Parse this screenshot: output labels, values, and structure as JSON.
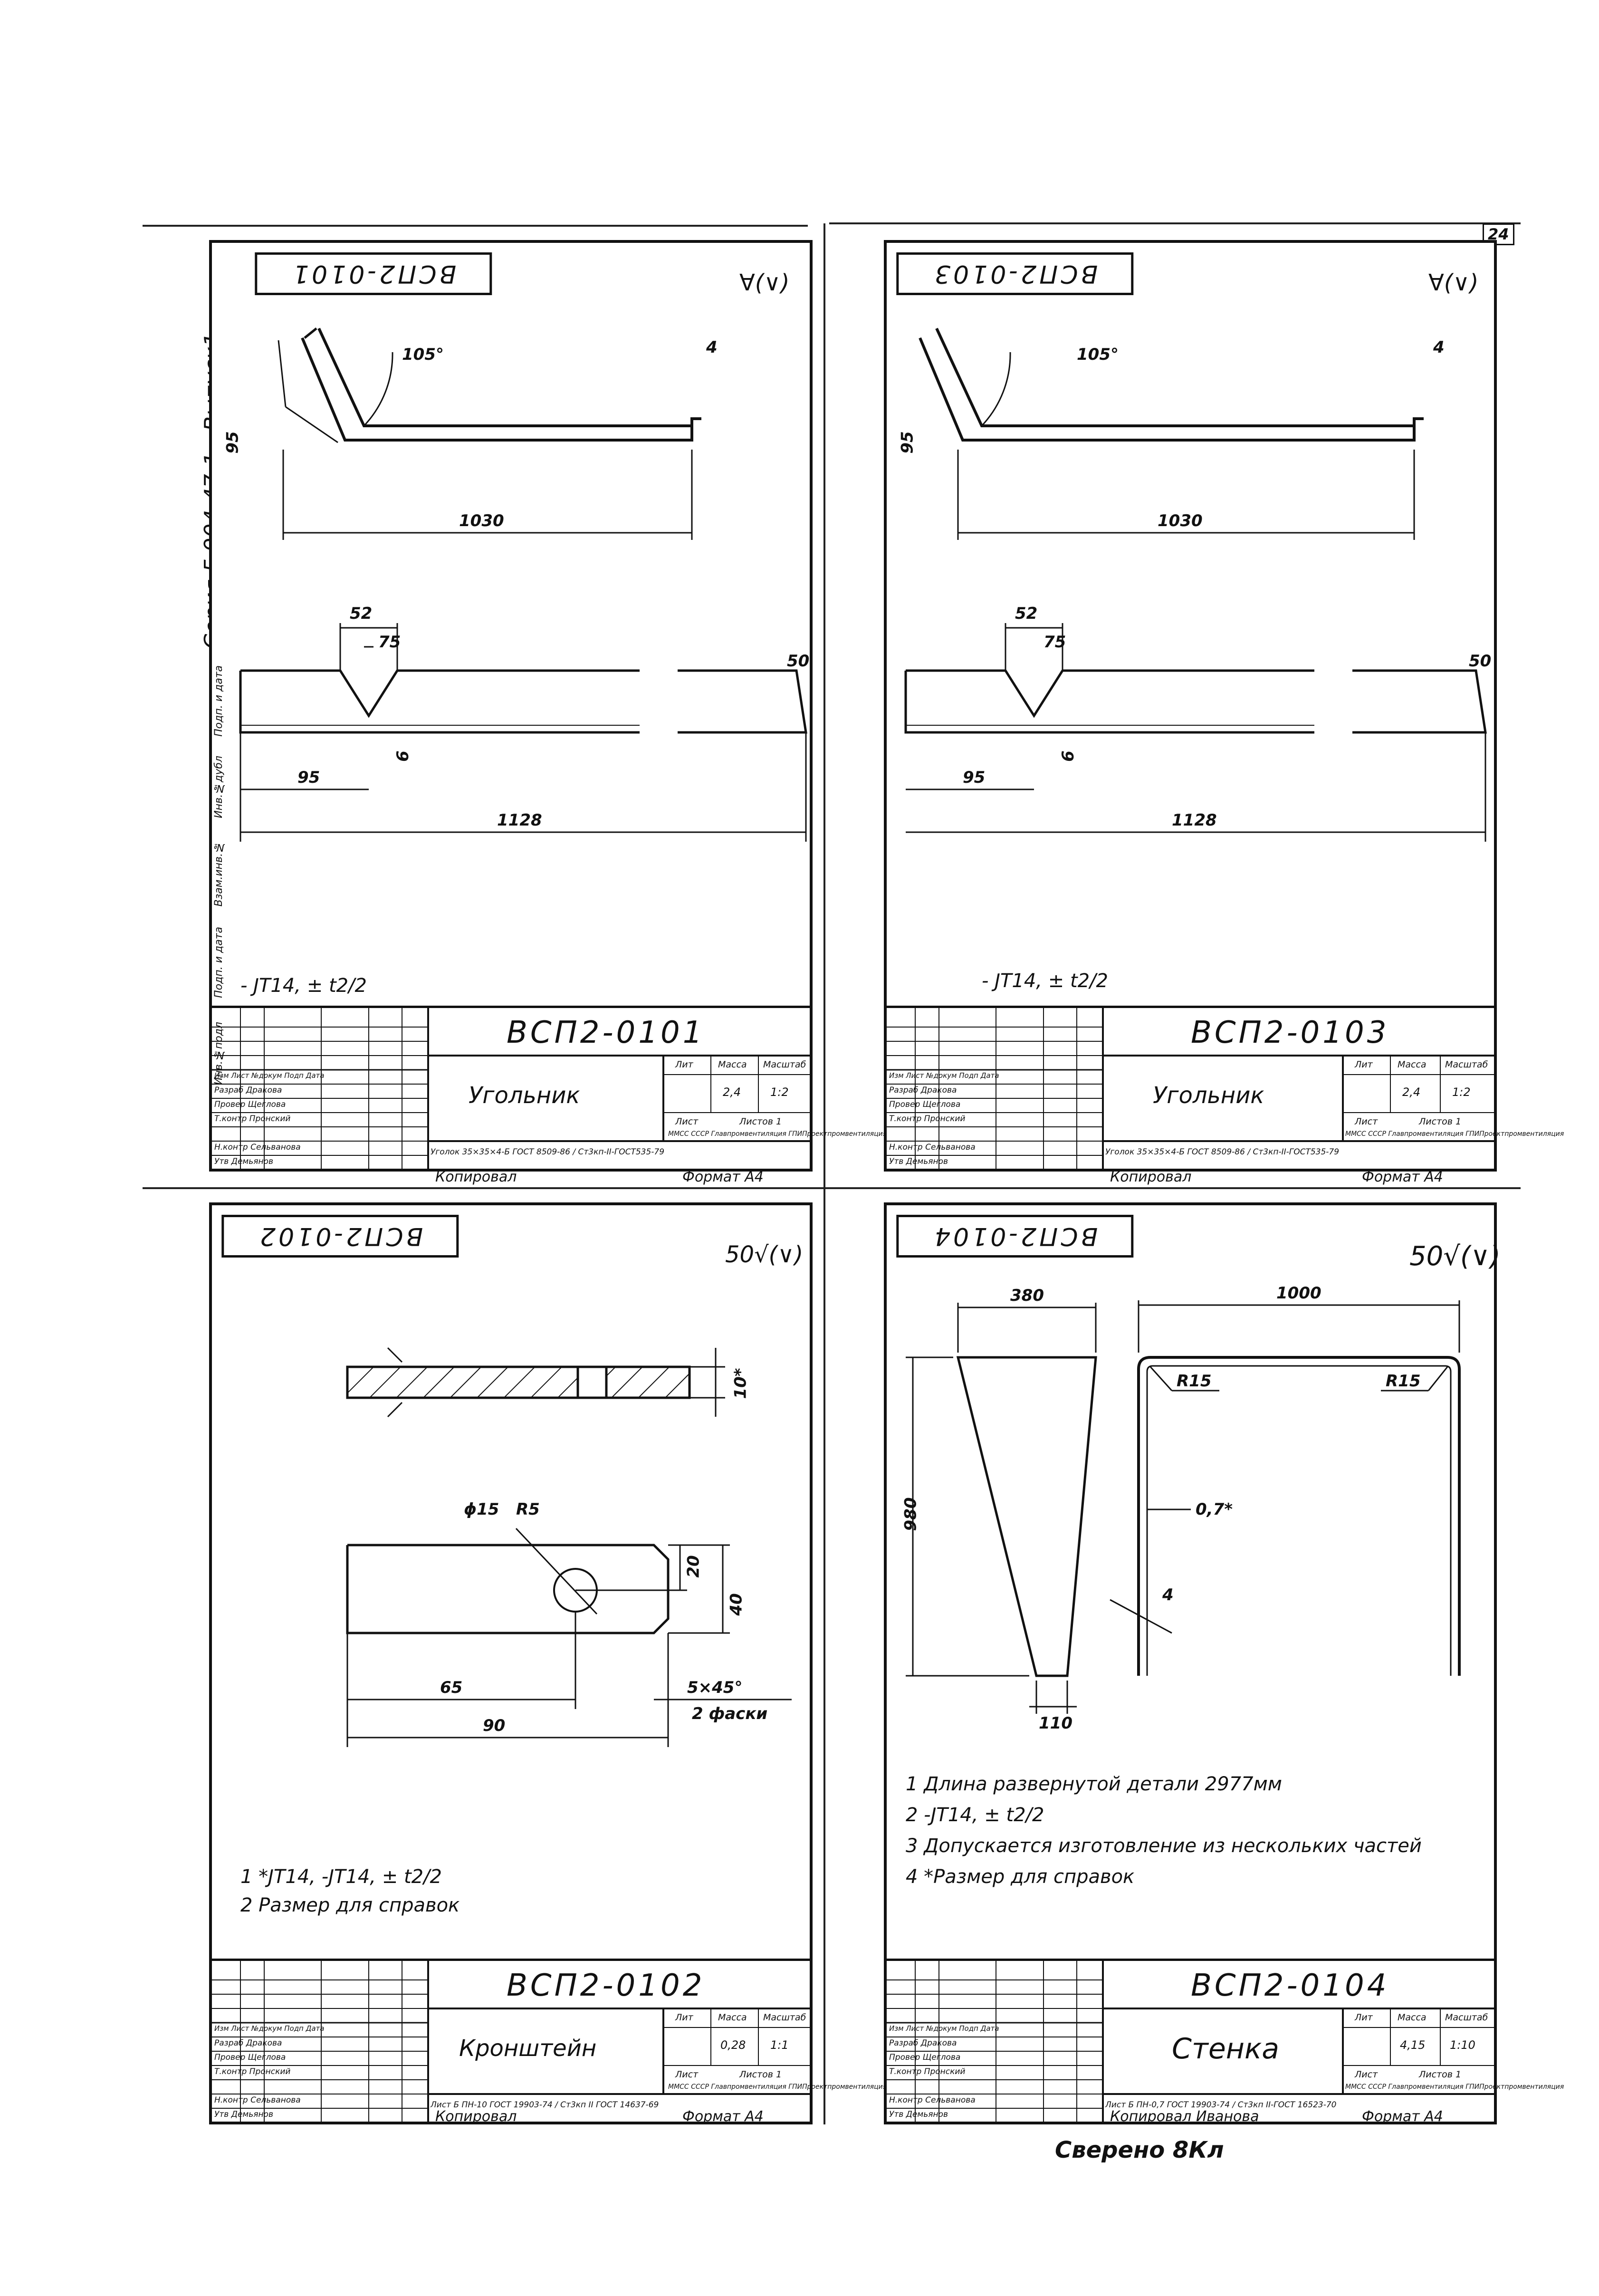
{
  "series_text": "Серия 5.904-47-1 , Выпуск1",
  "page_number": "24",
  "bottom_signature": "Сверено 8Кл",
  "sheets": [
    {
      "id": "sheet-1",
      "code_top": "ВСП2-0101",
      "roughness": "∀(∨)",
      "dims": {
        "angle": "105°",
        "t": "4",
        "side": "95",
        "len": "1030",
        "v1": "52",
        "v2": "75",
        "v3": "6",
        "v4": "50",
        "w": "95",
        "L": "1128"
      },
      "note": "- JT14, ± t2/2",
      "stamp": {
        "code": "ВСП2-0101",
        "name": "Угольник",
        "lit_h": "Лит",
        "mass_h": "Масса",
        "scale_h": "Масштаб",
        "mass": "2,4",
        "scale": "1:2",
        "sheet_h": "Лист",
        "sheets_h": "Листов 1",
        "material": "Уголок 35×35×4-Б ГОСТ 8509-86 / Ст3кп-II-ГОСТ535-79",
        "org": "ММСС СССР Главпромвентиляция ГПИПроектпромвентиляция",
        "rows": [
          "Изм Лист №докум Подп Дата",
          "Разраб Дракова",
          "Провер Щеглова",
          "Т.контр Пронский",
          "Н.контр Сельванова",
          "Утв Демьянов"
        ]
      },
      "copied": "Копировал",
      "format": "Формат А4"
    },
    {
      "id": "sheet-3",
      "code_top": "ВСП2-0103",
      "roughness": "∀(∨)",
      "dims": {
        "angle": "105°",
        "t": "4",
        "side": "95",
        "len": "1030",
        "v1": "52",
        "v2": "75",
        "v3": "6",
        "v4": "50",
        "w": "95",
        "L": "1128"
      },
      "note": "- JT14, ± t2/2",
      "stamp": {
        "code": "ВСП2-0103",
        "name": "Угольник",
        "lit_h": "Лит",
        "mass_h": "Масса",
        "scale_h": "Масштаб",
        "mass": "2,4",
        "scale": "1:2",
        "sheet_h": "Лист",
        "sheets_h": "Листов 1",
        "material": "Уголок 35×35×4-Б ГОСТ 8509-86 / Ст3кп-II-ГОСТ535-79",
        "org": "ММСС СССР Главпромвентиляция ГПИПроектпромвентиляция",
        "rows": [
          "Изм Лист №докум Подп Дата",
          "Разраб Дракова",
          "Провер Щеглова",
          "Т.контр Пронский",
          "Н.контр Сельванова",
          "Утв Демьянов"
        ]
      },
      "copied": "Копировал",
      "format": "Формат А4"
    },
    {
      "id": "sheet-2",
      "code_top": "ВСП2-0102",
      "roughness": "50√(∨)",
      "dims": {
        "t": "10*",
        "d": "ϕ15",
        "r": "R5",
        "h": "20",
        "H": "40",
        "a": "65",
        "L": "90",
        "ch": "5×45°",
        "ch2": "2 фаски"
      },
      "notes": [
        "1 *JT14, -JT14, ± t2/2",
        "2 Размер для справок"
      ],
      "stamp": {
        "code": "ВСП2-0102",
        "name": "Кронштейн",
        "lit_h": "Лит",
        "mass_h": "Масса",
        "scale_h": "Масштаб",
        "mass": "0,28",
        "scale": "1:1",
        "sheet_h": "Лист",
        "sheets_h": "Листов 1",
        "material": "Лист Б ПН-10 ГОСТ 19903-74 / Ст3кп II ГОСТ 14637-69",
        "org": "ММСС СССР Главпромвентиляция ГПИПроектпромвентиляция",
        "rows": [
          "Изм Лист №докум Подп Дата",
          "Разраб Дракова",
          "Провер Щеглова",
          "Т.контр Пронский",
          "Н.контр Сельванова",
          "Утв Демьянов"
        ]
      },
      "copied": "Копировал",
      "format": "Формат А4"
    },
    {
      "id": "sheet-4",
      "code_top": "ВСП2-0104",
      "roughness": "50√(∨)",
      "dims": {
        "a": "380",
        "b": "1000",
        "h": "980",
        "c": "110",
        "r1": "R15",
        "r2": "R15",
        "t": "0,7*",
        "s": "4"
      },
      "notes": [
        "1 Длина развернутой детали 2977мм",
        "2 -JT14, ± t2/2",
        "3 Допускается изготовление из нескольких частей",
        "4 *Размер для справок"
      ],
      "stamp": {
        "code": "ВСП2-0104",
        "name": "Стенка",
        "lit_h": "Лит",
        "mass_h": "Масса",
        "scale_h": "Масштаб",
        "mass": "4,15",
        "scale": "1:10",
        "sheet_h": "Лист",
        "sheets_h": "Листов 1",
        "material": "Лист Б ПН-0,7 ГОСТ 19903-74 / Ст3кп II-ГОСТ 16523-70",
        "org": "ММСС СССР Главпромвентиляция ГПИПроектпромвентиляция",
        "rows": [
          "Изм Лист №докум Подп Дата",
          "Разраб Дракова",
          "Провер Щеглова",
          "Т.контр Пронский",
          "Н.контр Сельванова",
          "Утв Демьянов"
        ]
      },
      "copied": "Копировал Иванова",
      "format": "Формат А4"
    }
  ],
  "side_labels": [
    "Инв.№подл",
    "Подп. и дата",
    "Взам.инв.№",
    "Инв.№дубл",
    "Подп. и дата"
  ]
}
